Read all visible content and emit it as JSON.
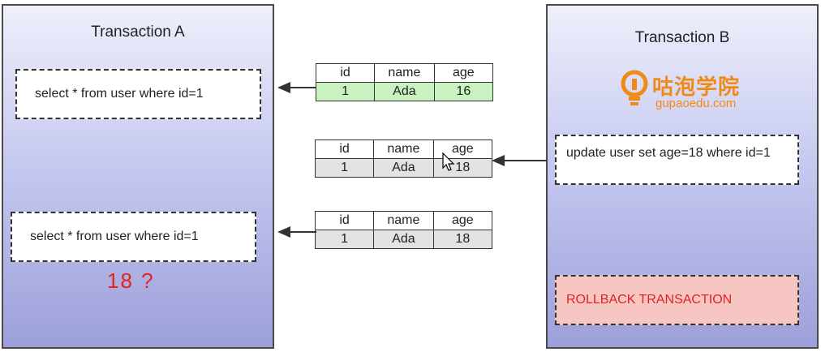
{
  "transaction_a": {
    "title": "Transaction A",
    "query1": "select * from user where id=1",
    "query2": "select * from user where id=1",
    "question": "18 ?"
  },
  "transaction_b": {
    "title": "Transaction B",
    "logo": {
      "name": "咕泡学院",
      "url": "gupaoedu.com"
    },
    "update": "update user set age=18 where id=1",
    "rollback": "ROLLBACK TRANSACTION"
  },
  "tables": [
    {
      "headers": [
        "id",
        "name",
        "age"
      ],
      "row": [
        "1",
        "Ada",
        "16"
      ],
      "highlight": "green"
    },
    {
      "headers": [
        "id",
        "name",
        "age"
      ],
      "row": [
        "1",
        "Ada",
        "18"
      ],
      "highlight": "gray"
    },
    {
      "headers": [
        "id",
        "name",
        "age"
      ],
      "row": [
        "1",
        "Ada",
        "18"
      ],
      "highlight": "gray"
    }
  ],
  "colors": {
    "panel_gradient_top": "#eef0fb",
    "panel_gradient_bottom": "#9d9fda",
    "question_red": "#e8201a",
    "rollback_bg": "#f7c6c2",
    "logo_orange": "#f08a17"
  }
}
